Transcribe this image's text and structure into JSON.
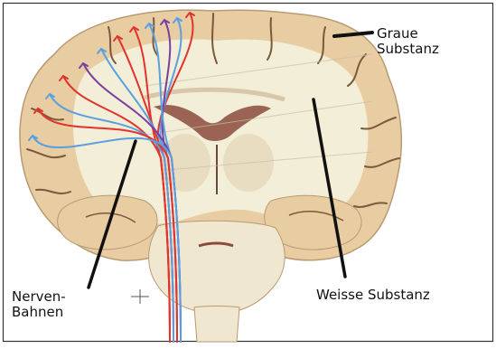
{
  "labels": {
    "grey_matter": [
      "Graue",
      "Substanz"
    ],
    "white_matter": "Weisse Substanz",
    "nerve_tracts": [
      "Nerven-",
      "Bahnen"
    ]
  },
  "colors": {
    "background": "#ffffff",
    "frame": "#333333",
    "grey_matter": "#e8cda3",
    "white_matter": "#f3eed7",
    "sulcus": "#7a5a3a",
    "ventricle": "#8a4a3c",
    "pointer": "#111111",
    "tract_red": "#e0342c",
    "tract_blue": "#5aa0e0",
    "tract_purple": "#7a3fa0"
  },
  "tracts": [
    "red",
    "blue",
    "purple",
    "blue",
    "red",
    "red",
    "blue",
    "purple",
    "red",
    "blue",
    "red",
    "blue"
  ]
}
